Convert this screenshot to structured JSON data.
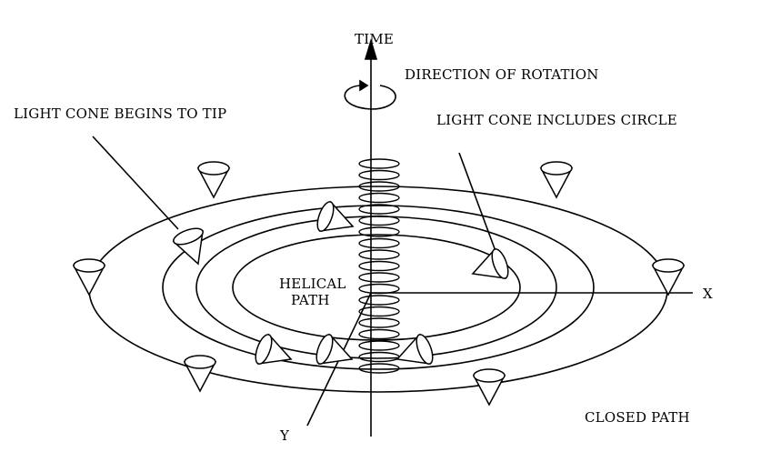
{
  "labels": {
    "time": "TIME",
    "direction": "DIRECTION OF ROTATION",
    "tip": "LIGHT CONE BEGINS TO TIP",
    "includes": "LIGHT CONE  INCLUDES CIRCLE",
    "helical_1": "HELICAL",
    "helical_2": "PATH",
    "x": "X",
    "y": "Y",
    "closed": "CLOSED PATH"
  },
  "colors": {
    "ink": "#000000",
    "background": "#ffffff"
  }
}
